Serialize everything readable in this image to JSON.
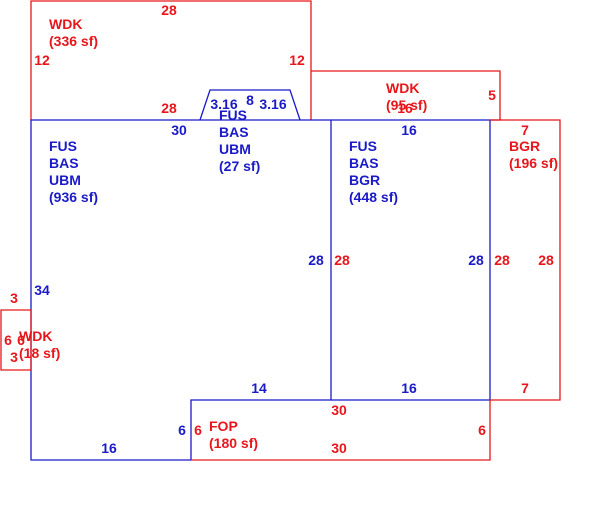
{
  "colors": {
    "red": "#e8161b",
    "blue": "#1a1ac8"
  },
  "areas": [
    {
      "id": "wdk-top",
      "color": "red",
      "lines": [
        "WDK",
        "(336 sf)"
      ]
    },
    {
      "id": "wdk-right",
      "color": "red",
      "lines": [
        "WDK",
        "(95 sf)"
      ]
    },
    {
      "id": "fus-bay",
      "color": "blue",
      "lines": [
        "FUS",
        "BAS",
        "UBM",
        "(27 sf)"
      ]
    },
    {
      "id": "fus-main",
      "color": "blue",
      "lines": [
        "FUS",
        "BAS",
        "UBM",
        "(936 sf)"
      ]
    },
    {
      "id": "fus-bgr",
      "color": "blue",
      "lines": [
        "FUS",
        "BAS",
        "BGR",
        "(448 sf)"
      ]
    },
    {
      "id": "bgr",
      "color": "red",
      "lines": [
        "BGR",
        "(196 sf)"
      ]
    },
    {
      "id": "wdk-small",
      "color": "red",
      "lines": [
        "WDK",
        "(18 sf)"
      ]
    },
    {
      "id": "fop",
      "color": "red",
      "lines": [
        "FOP",
        "(180 sf)"
      ]
    }
  ],
  "dimensions": [
    {
      "id": "wdk-top-top",
      "color": "red",
      "text": "28"
    },
    {
      "id": "wdk-top-left",
      "color": "red",
      "text": "12"
    },
    {
      "id": "wdk-top-right",
      "color": "red",
      "text": "12"
    },
    {
      "id": "wdk-top-bottom",
      "color": "red",
      "text": "28"
    },
    {
      "id": "wdk-right-right",
      "color": "red",
      "text": "5"
    },
    {
      "id": "wdk-right-bottom",
      "color": "red",
      "text": "16"
    },
    {
      "id": "bay-left",
      "color": "blue",
      "text": "3.16"
    },
    {
      "id": "bay-front",
      "color": "blue",
      "text": "8"
    },
    {
      "id": "bay-right",
      "color": "blue",
      "text": "3.16"
    },
    {
      "id": "main-top",
      "color": "blue",
      "text": "30"
    },
    {
      "id": "bgr-room-top",
      "color": "blue",
      "text": "16"
    },
    {
      "id": "bgr-top",
      "color": "red",
      "text": "7"
    },
    {
      "id": "main-right",
      "color": "blue",
      "text": "28"
    },
    {
      "id": "bgr-room-left",
      "color": "red",
      "text": "28"
    },
    {
      "id": "bgr-room-right",
      "color": "blue",
      "text": "28"
    },
    {
      "id": "bgr-left",
      "color": "red",
      "text": "28"
    },
    {
      "id": "bgr-right",
      "color": "red",
      "text": "28"
    },
    {
      "id": "main-left",
      "color": "blue",
      "text": "34"
    },
    {
      "id": "wdk-small-top",
      "color": "red",
      "text": "3"
    },
    {
      "id": "wdk-small-left",
      "color": "red",
      "text": "6"
    },
    {
      "id": "wdk-small-right",
      "color": "red",
      "text": "6"
    },
    {
      "id": "wdk-small-bottom",
      "color": "red",
      "text": "3"
    },
    {
      "id": "main-step",
      "color": "blue",
      "text": "14"
    },
    {
      "id": "bgr-room-bottom",
      "color": "blue",
      "text": "16"
    },
    {
      "id": "bgr-bottom",
      "color": "red",
      "text": "7"
    },
    {
      "id": "fop-top",
      "color": "red",
      "text": "30"
    },
    {
      "id": "main-notch",
      "color": "blue",
      "text": "6"
    },
    {
      "id": "fop-left",
      "color": "red",
      "text": "6"
    },
    {
      "id": "fop-right",
      "color": "red",
      "text": "6"
    },
    {
      "id": "main-bottom",
      "color": "blue",
      "text": "16"
    },
    {
      "id": "fop-bottom",
      "color": "red",
      "text": "30"
    }
  ]
}
